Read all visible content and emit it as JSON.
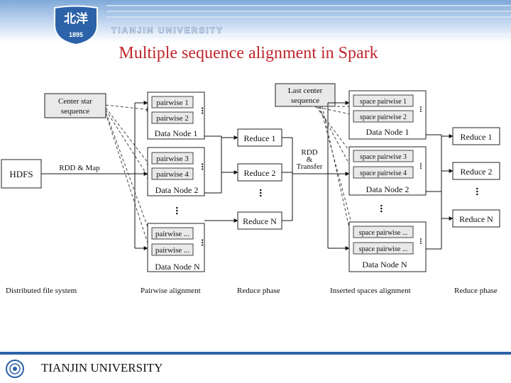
{
  "header": {
    "logo_text": "北洋",
    "logo_year": "1895",
    "university": "TIANJIN UNIVERSITY"
  },
  "title": "Multiple sequence alignment in Spark",
  "diagram": {
    "hdfs": "HDFS",
    "center_star": [
      "Center star",
      "sequence"
    ],
    "rdd_map": "RDD & Map",
    "nodes1": [
      {
        "label": "Data Node 1",
        "items": [
          "pairwise 1",
          "pairwise 2"
        ]
      },
      {
        "label": "Data Node 2",
        "items": [
          "pairwise 3",
          "pairwise 4"
        ]
      },
      {
        "label": "Data Node N",
        "items": [
          "pairwise ...",
          "pairwise ..."
        ]
      }
    ],
    "reduce1": [
      "Reduce 1",
      "Reduce 2",
      "Reduce N"
    ],
    "last_center": [
      "Last center",
      "sequence"
    ],
    "rdd_transfer": [
      "RDD",
      "&",
      "Transfer"
    ],
    "nodes2": [
      {
        "label": "Data Node 1",
        "items": [
          "space pairwise 1",
          "space pairwise 2"
        ]
      },
      {
        "label": "Data Node 2",
        "items": [
          "space pairwise 3",
          "space pairwise 4"
        ]
      },
      {
        "label": "Data Node N",
        "items": [
          "space pairwise ...",
          "space pairwise ..."
        ]
      }
    ],
    "reduce2": [
      "Reduce 1",
      "Reduce 2",
      "Reduce N"
    ],
    "phases": [
      "Distributed file system",
      "Pairwise alignment",
      "Reduce phase",
      "Inserted spaces alignment",
      "Reduce phase"
    ],
    "ellipsis": "..."
  },
  "footer": {
    "university": "TIANJIN UNIVERSITY"
  },
  "colors": {
    "title": "#c0262c",
    "header_blue": "#2c62a8",
    "box_fill": "#e9e9e9"
  }
}
